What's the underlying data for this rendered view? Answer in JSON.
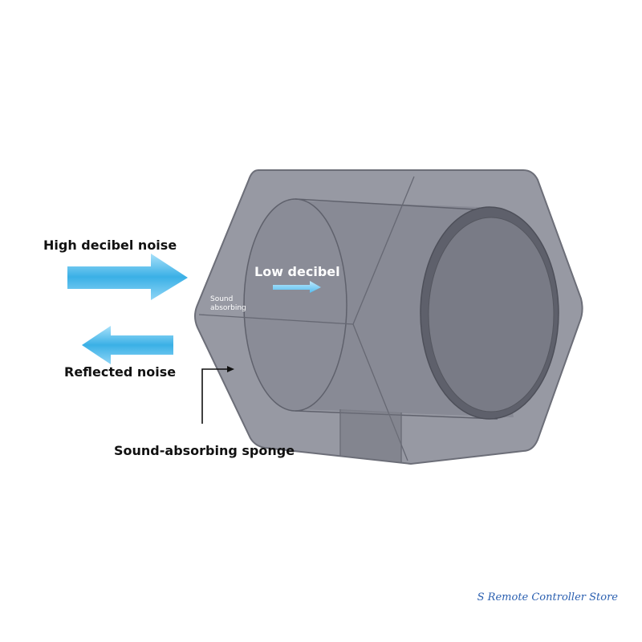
{
  "labels": {
    "high_noise": "High decibel noise",
    "low_decibel": "Low decibel",
    "sound_absorbing_short": "Sound absorbing",
    "reflected_noise": "Reflected noise",
    "sponge": "Sound-absorbing sponge"
  },
  "watermark": "S Remote Controller Store",
  "colors": {
    "housing": "#8d8f99",
    "housing_edge": "#6c6e78",
    "inner_cylinder": "#7f818c",
    "speaker_ring": "#5e606b",
    "speaker_cone": "#7a7c87",
    "arrow_blue": "#3ab0e6",
    "watermark": "#2a5fb0"
  }
}
